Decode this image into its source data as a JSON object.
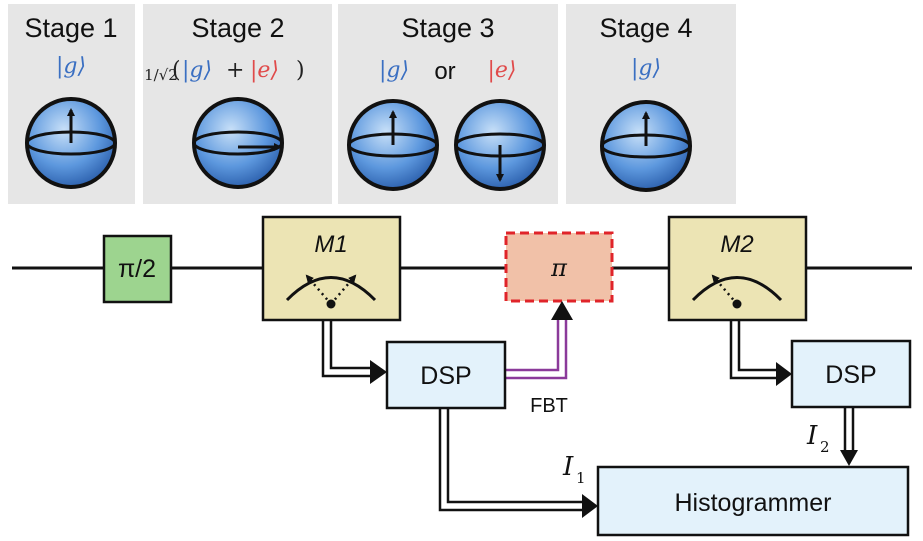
{
  "stages": [
    {
      "title": "Stage 1",
      "states": [
        {
          "ket": "|g⟩",
          "kind": "g"
        }
      ]
    },
    {
      "title": "Stage 2",
      "prefix": "1/√2",
      "expr_parts": [
        "(",
        "|g⟩",
        "+",
        "|e⟩",
        ")"
      ]
    },
    {
      "title": "Stage 3",
      "states": [
        {
          "ket": "|g⟩",
          "kind": "g"
        },
        {
          "ket": "|e⟩",
          "kind": "e"
        }
      ],
      "connector": "or"
    },
    {
      "title": "Stage 4",
      "states": [
        {
          "ket": "|g⟩",
          "kind": "g"
        }
      ]
    }
  ],
  "blocks": {
    "pulse_half": "π/2",
    "m1": "M1",
    "pi_pulse": "π",
    "m2": "M2",
    "dsp1": "DSP",
    "dsp2": "DSP",
    "fbt": "FBT",
    "histogrammer": "Histogrammer"
  },
  "currents": {
    "i1": {
      "symbol": "I",
      "sub": "1"
    },
    "i2": {
      "symbol": "I",
      "sub": "2"
    }
  },
  "colors": {
    "stage_panel": "#e6e6e6",
    "ket_g": "#3a6fc2",
    "ket_e": "#e04a4a",
    "pulse_half_fill": "#9dd48f",
    "measure_fill": "#ece4b4",
    "pi_fill": "#f1c1a8",
    "pi_border": "#e0242a",
    "dsp_fill": "#e3f2fb",
    "fbt_line": "#8b3a9a"
  }
}
